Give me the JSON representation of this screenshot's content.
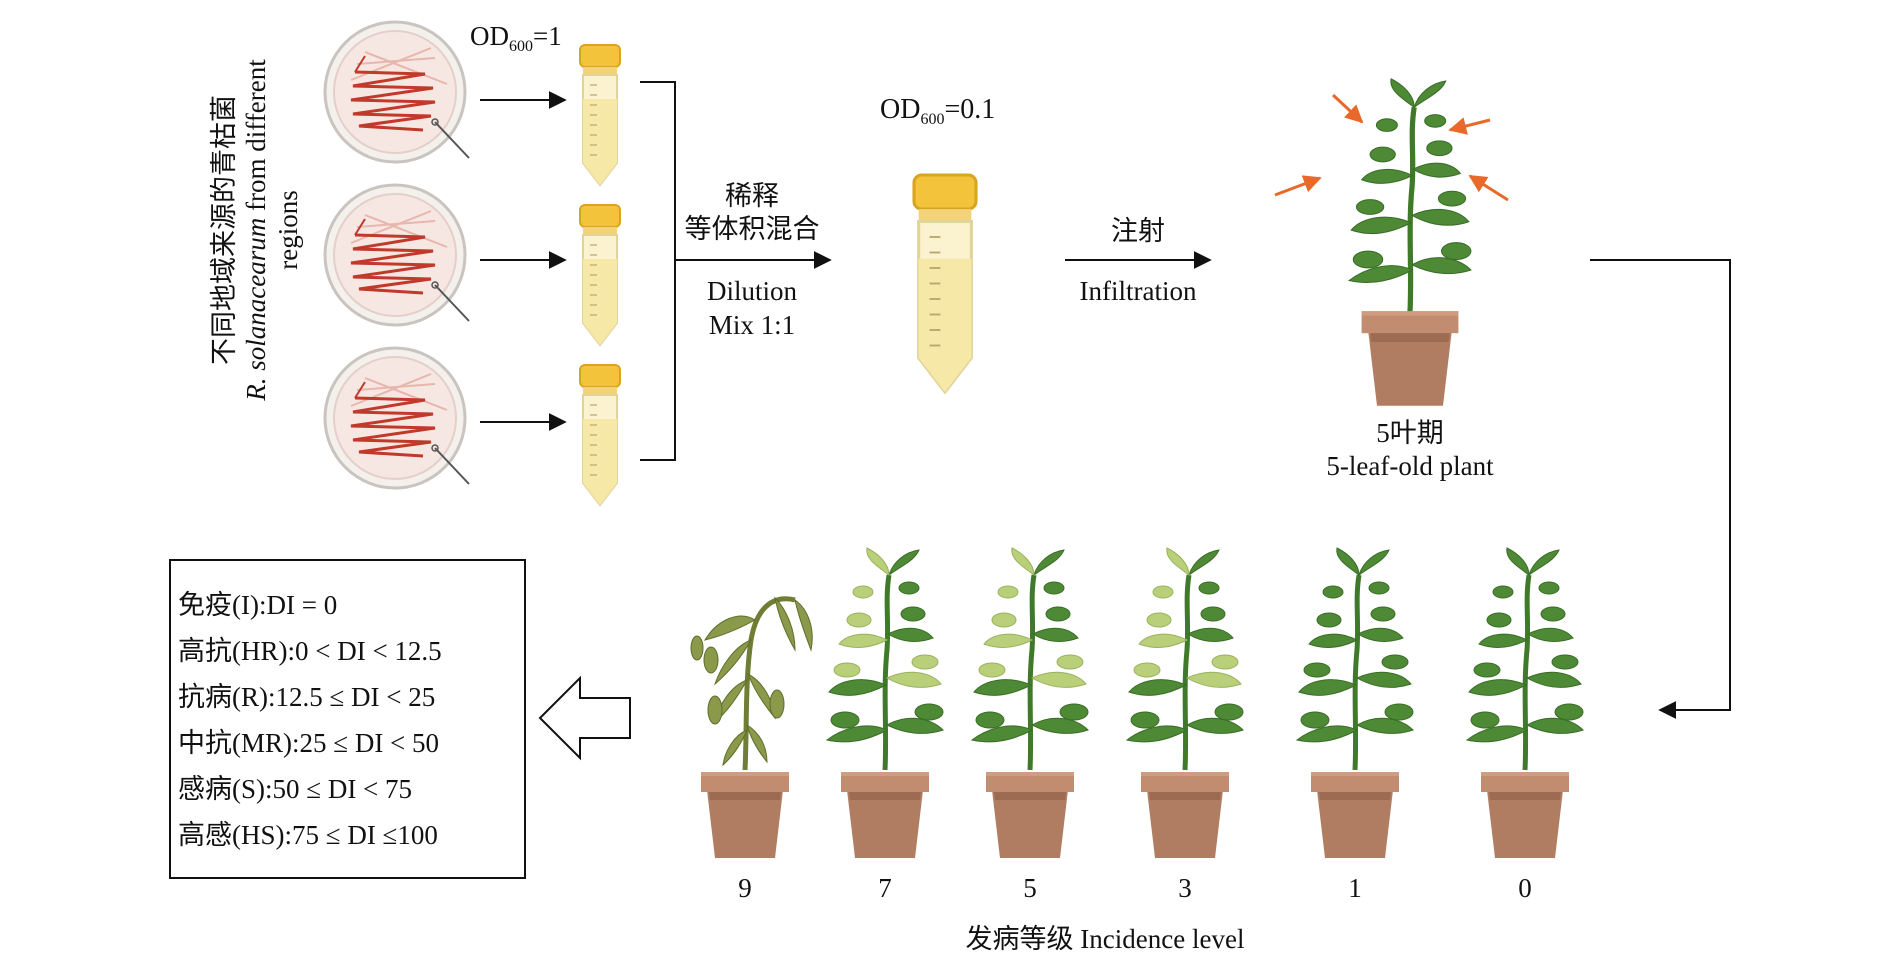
{
  "vertical_label": {
    "line1": "不同地域来源的青枯菌",
    "line2_italic": "R. solanacearum",
    "line2_rest": " from different",
    "line3": "regions"
  },
  "od_high": {
    "prefix": "OD",
    "sub": "600",
    "value": "=1"
  },
  "od_low": {
    "prefix": "OD",
    "sub": "600",
    "value": "=0.1"
  },
  "step_dilution": {
    "cn_line1": "稀释",
    "cn_line2": "等体积混合",
    "en_line1": "Dilution",
    "en_line2": "Mix 1:1"
  },
  "step_infiltration": {
    "cn": "注射",
    "en": "Infiltration"
  },
  "plant_stage": {
    "cn": "5叶期",
    "en": "5-leaf-old plant"
  },
  "incidence_levels": [
    "9",
    "7",
    "5",
    "3",
    "1",
    "0"
  ],
  "incidence_axis_label": "发病等级 Incidence level",
  "resistance_legend": [
    "免疫(I):DI = 0",
    "高抗(HR):0 < DI < 12.5",
    "抗病(R):12.5 ≤ DI < 25",
    "中抗(MR):25 ≤ DI < 50",
    "感病(S):50 ≤ DI < 75",
    "高感(HS):75 ≤ DI ≤100"
  ],
  "colors": {
    "leaf_healthy": "#4e8a35",
    "leaf_dark": "#3a6d27",
    "leaf_yellow": "#b9cf7a",
    "leaf_wilted": "#8a9a4a",
    "pot": "#b07d62",
    "pot_rim": "#c18c70",
    "tube_liquid": "#f6e8a6",
    "tube_cap": "#f3c33c",
    "streak": "#c0392b",
    "arrow_orange": "#e8692a"
  }
}
